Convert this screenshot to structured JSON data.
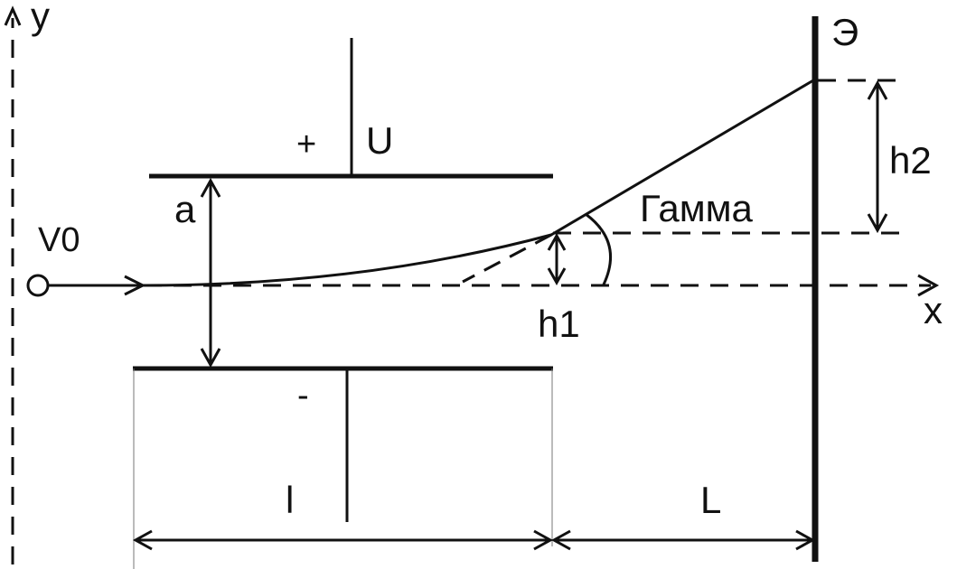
{
  "labels": {
    "y_axis": "y",
    "x_axis": "x",
    "velocity": "V0",
    "voltage": "U",
    "plus": "+",
    "minus": "-",
    "plate_gap": "a",
    "plate_length": "l",
    "distance_to_screen": "L",
    "screen": "Э",
    "deflection_in_plates": "h1",
    "deflection_after_plates": "h2",
    "angle": "Гамма"
  },
  "colors": {
    "line": "#111111",
    "background": "#ffffff"
  }
}
